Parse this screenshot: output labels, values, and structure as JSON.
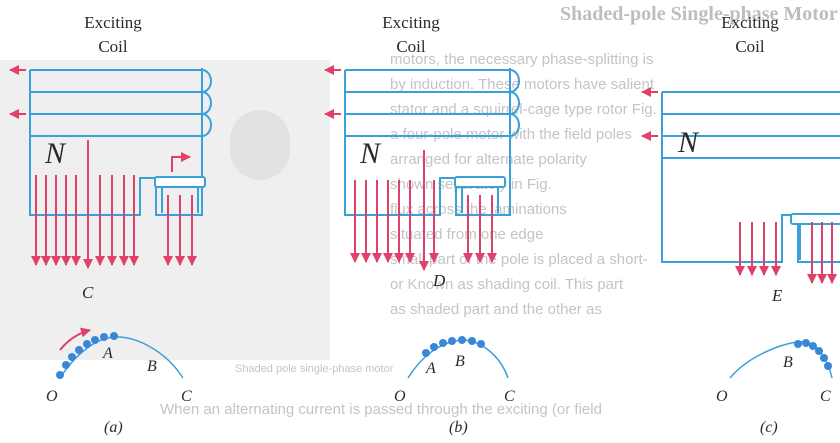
{
  "background": {
    "heading": "Shaded-pole Single-phase Motor",
    "lines": [
      "motors, the necessary phase-splitting is",
      "by induction. These motors have salient",
      "stator and a squirrel-cage type rotor Fig.",
      "a four-pole motor with the field poles",
      "arranged for alternate polarity",
      "shown separately in Fig.",
      "flux across the laminations",
      "situated from one edge",
      "small part of the pole is placed a short-",
      "or Known as shading coil. This part",
      "as shaded part and the other as",
      "When an alternating current is passed through the exciting (or field"
    ],
    "photo_caption": "Shaded pole single-phase motor"
  },
  "panels": [
    {
      "id": "a",
      "coil_label_line1": "Exciting",
      "coil_label_line2": "Coil",
      "pole_label": "N",
      "flux_label": "C",
      "arc_points": {
        "start": "O",
        "mid": "A",
        "right": "B",
        "end": "C"
      },
      "caption": "(a)"
    },
    {
      "id": "b",
      "coil_label_line1": "Exciting",
      "coil_label_line2": "Coil",
      "pole_label": "N",
      "flux_label": "D",
      "arc_points": {
        "start": "O",
        "mid": "A",
        "right": "B",
        "end": "C"
      },
      "caption": "(b)"
    },
    {
      "id": "c",
      "coil_label_line1": "Exciting",
      "coil_label_line2": "Coil",
      "pole_label": "N",
      "flux_label": "E",
      "arc_points": {
        "start": "O",
        "right": "B",
        "end": "C"
      },
      "caption": "(c)"
    }
  ],
  "colors": {
    "pole_outline": "#3aa0d8",
    "flux_arrow": "#e0406a",
    "arc": "#3aa0d8",
    "arc_dot": "#3a86d8"
  }
}
